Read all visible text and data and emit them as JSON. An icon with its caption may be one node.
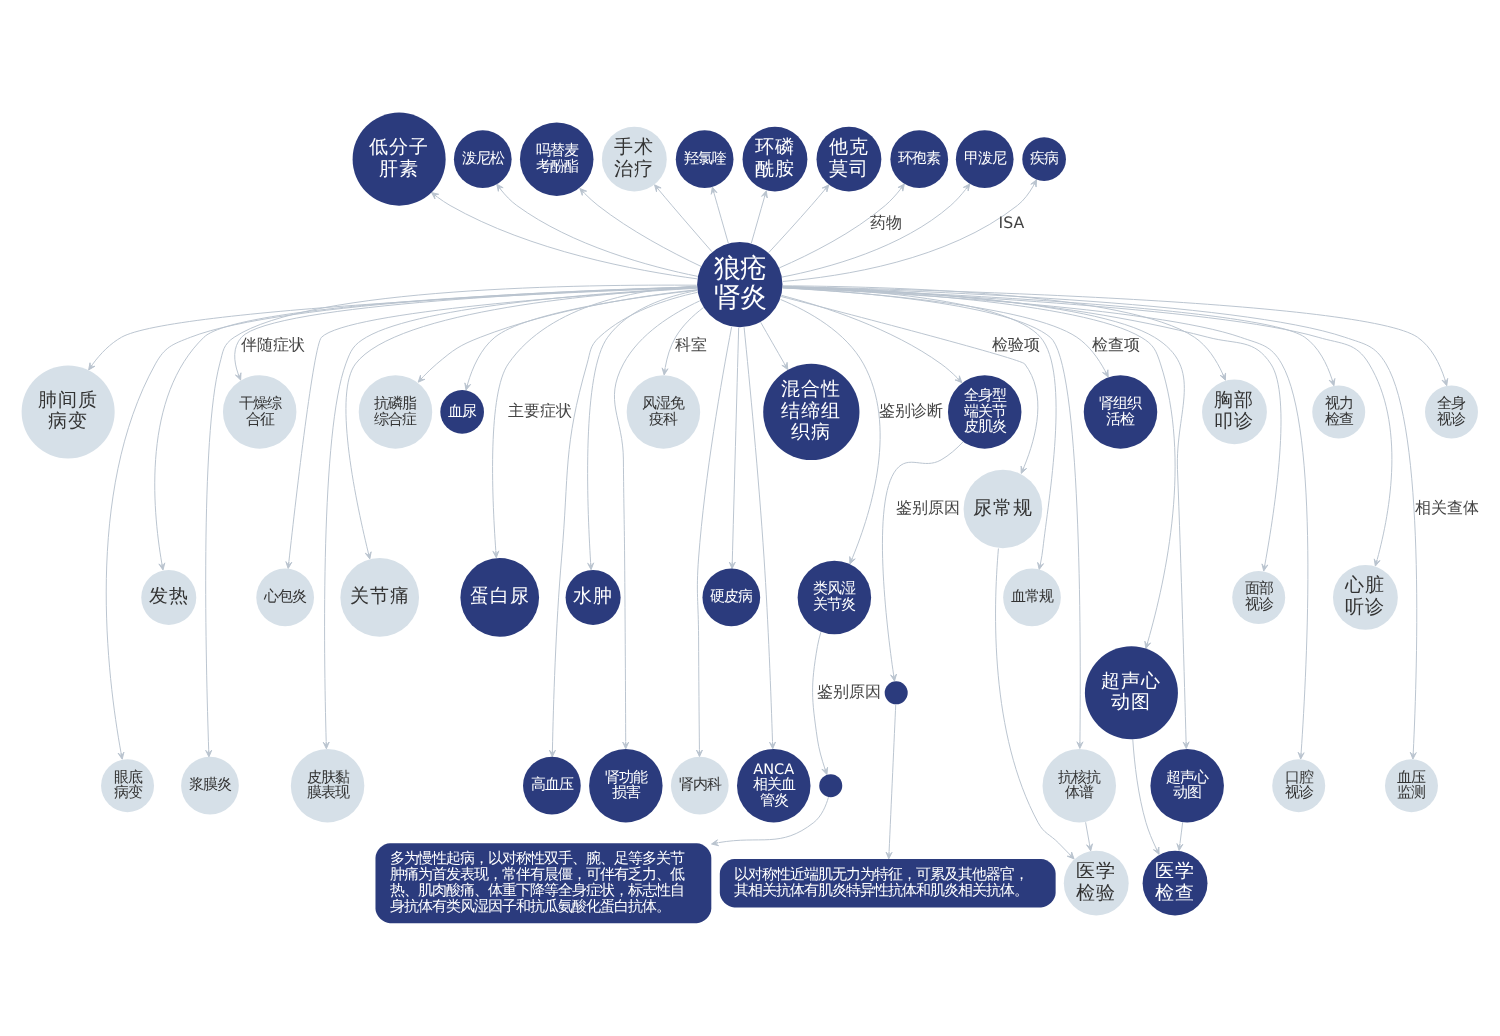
{
  "diagram": {
    "nodes": [
      {
        "text": [
          "低分子肝素"
        ]
      },
      {
        "text": [
          "泼尼松"
        ]
      },
      {
        "text": [
          "吗替麦考酚酯"
        ]
      },
      {
        "text": [
          "手术治疗"
        ]
      },
      {
        "text": [
          "羟氯喹"
        ]
      },
      {
        "text": [
          "医学检验"
        ]
      },
      {
        "text": [
          "环磷酰胺"
        ]
      },
      {
        "text": [
          "他克莫司"
        ]
      },
      {
        "text": [
          "环孢素"
        ]
      },
      {
        "text": [
          "甲泼尼"
        ]
      },
      {
        "text": [
          "疾病"
        ]
      },
      {
        "text": [
          "肺间质病变"
        ]
      },
      {
        "text": [
          "抗核抗体谱"
        ]
      },
      {
        "text": [
          "医学检查"
        ]
      },
      {
        "text": [
          "超声心动图"
        ]
      },
      {
        "text": [
          "眼底病变"
        ]
      },
      {
        "text": [
          "血常规"
        ]
      },
      {
        "text": [
          "尿常规"
        ]
      },
      {
        "text": [
          "浆膜炎"
        ]
      },
      {
        "text": [
          "发热"
        ]
      },
      {
        "text": [
          "肾组织活检"
        ]
      },
      {
        "text": [
          "超声心动图"
        ]
      },
      {
        "text": [
          "干燥综合征"
        ]
      },
      {
        "text": [
          "面部视诊"
        ]
      },
      {
        "text": [
          "胸部叩诊"
        ]
      },
      {
        "text": [
          "心包炎"
        ]
      },
      {
        "text": [
          "狼疮肾炎"
        ]
      },
      {
        "text": [
          "皮肤黏膜表现"
        ]
      },
      {
        "text": [
          "口腔视诊"
        ]
      },
      {
        "text": [
          "视力检查"
        ]
      },
      {
        "text": [
          "心脏听诊"
        ]
      },
      {
        "text": [
          "关节痛"
        ]
      },
      {
        "text": [
          "血压监测"
        ]
      },
      {
        "text": [
          "全身视诊"
        ]
      },
      {
        "text": [
          "抗磷脂综合症"
        ]
      },
      {
        "text": [
          "全身型端关节皮肌炎"
        ]
      },
      {
        "text": [
          "类风湿关节炎"
        ]
      },
      {
        "text": [
          "血尿"
        ]
      },
      {
        "text": [
          "蛋白尿"
        ]
      },
      {
        "text": [
          "高血压"
        ]
      },
      {
        "text": [
          "风湿免疫科"
        ]
      },
      {
        "text": [
          "硬皮病"
        ]
      },
      {
        "text": [],
        "shape": "circle"
      },
      {
        "text": [
          "水肿"
        ]
      },
      {
        "text": [],
        "shape": "circle"
      },
      {
        "text": [
          "混合性结缔组织病"
        ]
      },
      {
        "text": [
          "肾功能损害"
        ]
      },
      {
        "text": [
          "以对称性近端肌无力为特征，可累及其他器官，其相关抗体有肌炎特异性抗体和肌炎相关抗体。"
        ]
      },
      {
        "text": [
          "肾内科"
        ]
      },
      {
        "text": [
          "ANCA相关血管炎"
        ]
      },
      {
        "text": [
          "多为慢性起病，以对称性双手、腕、足等多关节肿痛为首发表现，常伴有晨僵，可伴有乏力、低热、肌肉酸痛、体重下降等全身症状，标志性自身抗体有类风湿因子和抗瓜氨酸化蛋白抗体。"
        ]
      }
    ],
    "edges": [
      {
        "from": 26,
        "to": 7,
        "arrow": "to"
      },
      {
        "from": 26,
        "to": 4,
        "arrow": "to"
      },
      {
        "from": 26,
        "to": 0,
        "arrow": "to"
      },
      {
        "from": 26,
        "to": 2,
        "arrow": "to"
      },
      {
        "from": 26,
        "to": 8,
        "arrow": "to",
        "label": "药物"
      },
      {
        "from": 26,
        "to": 1,
        "arrow": "to"
      },
      {
        "from": 26,
        "to": 9,
        "arrow": "to"
      },
      {
        "from": 26,
        "to": 6,
        "arrow": "to"
      },
      {
        "from": 26,
        "to": 3,
        "arrow": "to"
      },
      {
        "from": 26,
        "to": 10,
        "arrow": "to",
        "label": "ISA"
      },
      {
        "from": 26,
        "to": 11,
        "arrow": "to"
      },
      {
        "from": 26,
        "to": 15,
        "arrow": "to"
      },
      {
        "from": 26,
        "to": 19,
        "arrow": "to"
      },
      {
        "from": 26,
        "to": 18,
        "arrow": "to"
      },
      {
        "from": 26,
        "to": 22,
        "arrow": "to",
        "label": "伴随症状"
      },
      {
        "from": 26,
        "to": 25,
        "arrow": "to"
      },
      {
        "from": 26,
        "to": 27,
        "arrow": "to"
      },
      {
        "from": 26,
        "to": 31,
        "arrow": "to"
      },
      {
        "from": 26,
        "to": 34,
        "arrow": "to"
      },
      {
        "from": 26,
        "to": 37,
        "arrow": "to"
      },
      {
        "from": 26,
        "to": 38,
        "arrow": "to",
        "label": "主要症状"
      },
      {
        "from": 26,
        "to": 39,
        "arrow": "to"
      },
      {
        "from": 26,
        "to": 43,
        "arrow": "to"
      },
      {
        "from": 26,
        "to": 46,
        "arrow": "to"
      },
      {
        "from": 26,
        "to": 40,
        "arrow": "to",
        "label": "科室"
      },
      {
        "from": 26,
        "to": 48,
        "arrow": "to"
      },
      {
        "from": 26,
        "to": 41,
        "arrow": "to"
      },
      {
        "from": 26,
        "to": 49,
        "arrow": "to"
      },
      {
        "from": 26,
        "to": 45,
        "arrow": "to"
      },
      {
        "from": 26,
        "to": 36,
        "arrow": "to",
        "label": "鉴别诊断"
      },
      {
        "from": 26,
        "to": 35,
        "arrow": "to"
      },
      {
        "from": 26,
        "to": 17,
        "arrow": "to",
        "label": "检验项"
      },
      {
        "from": 26,
        "to": 16,
        "arrow": "to"
      },
      {
        "from": 26,
        "to": 12,
        "arrow": "to"
      },
      {
        "from": 26,
        "to": 20,
        "arrow": "to",
        "label": "检查项"
      },
      {
        "from": 26,
        "to": 14,
        "arrow": "to"
      },
      {
        "from": 26,
        "to": 21,
        "arrow": "to"
      },
      {
        "from": 26,
        "to": 24,
        "arrow": "to"
      },
      {
        "from": 26,
        "to": 23,
        "arrow": "to"
      },
      {
        "from": 26,
        "to": 28,
        "arrow": "to"
      },
      {
        "from": 26,
        "to": 29,
        "arrow": "to"
      },
      {
        "from": 26,
        "to": 30,
        "arrow": "to"
      },
      {
        "from": 26,
        "to": 32,
        "arrow": "to",
        "label": "相关查体"
      },
      {
        "from": 26,
        "to": 33,
        "arrow": "to"
      },
      {
        "from": 12,
        "to": 5,
        "arrow": "to"
      },
      {
        "from": 17,
        "to": 5,
        "arrow": "to"
      },
      {
        "from": 14,
        "to": 13,
        "arrow": "to"
      },
      {
        "from": 21,
        "to": 13,
        "arrow": "to"
      },
      {
        "from": 35,
        "to": 42,
        "arrow": "to",
        "label": "鉴别原因"
      },
      {
        "from": 42,
        "to": 47,
        "arrow": "to"
      },
      {
        "from": 36,
        "to": 44,
        "arrow": "to",
        "label": "鉴别原因"
      },
      {
        "from": 44,
        "to": 50,
        "arrow": "to"
      }
    ]
  }
}
